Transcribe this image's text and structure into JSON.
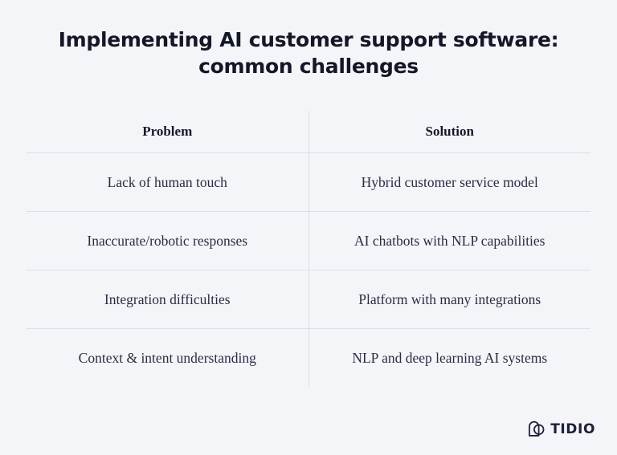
{
  "background_color": "#f4f5f8",
  "title": {
    "line1": "Implementing AI customer support software:",
    "line2": "common challenges",
    "color": "#141726"
  },
  "table": {
    "columns": [
      "Problem",
      "Solution"
    ],
    "rule_color": "#dcdfe8",
    "rows": [
      {
        "problem": "Lack of human touch",
        "solution": "Hybrid customer service model"
      },
      {
        "problem": "Inaccurate/robotic responses",
        "solution": "AI chatbots with NLP capabilities"
      },
      {
        "problem": "Integration difficulties",
        "solution": "Platform with many integrations"
      },
      {
        "problem": "Context & intent understanding",
        "solution": "NLP and deep learning AI systems"
      }
    ]
  },
  "logo": {
    "icon": "tidio-bubble-circle-logo-icon",
    "wordmark": "TIDIO",
    "color": "#1c2039"
  }
}
